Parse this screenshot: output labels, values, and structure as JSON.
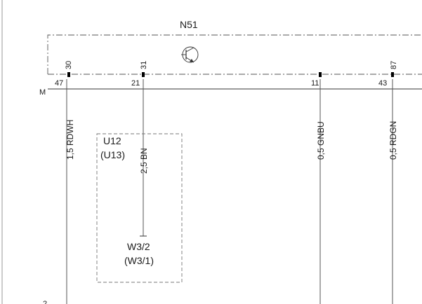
{
  "module": {
    "name": "N51"
  },
  "ground": {
    "label": "M"
  },
  "terminals": [
    {
      "pin_top": "30",
      "pin_bottom": "47",
      "wire": "1,5 RDWH"
    },
    {
      "pin_top": "31",
      "pin_bottom": "21",
      "wire": "2,5 BN"
    },
    {
      "pin_top": "",
      "pin_bottom": "11",
      "wire": "0,5 GNBU"
    },
    {
      "pin_top": "87",
      "pin_bottom": "43",
      "wire": "0,5 RDGN"
    }
  ],
  "subassembly": {
    "name": "U12",
    "alt": "(U13)"
  },
  "connector": {
    "name": "W3/2",
    "alt": "(W3/1)"
  },
  "page_ref": "2"
}
